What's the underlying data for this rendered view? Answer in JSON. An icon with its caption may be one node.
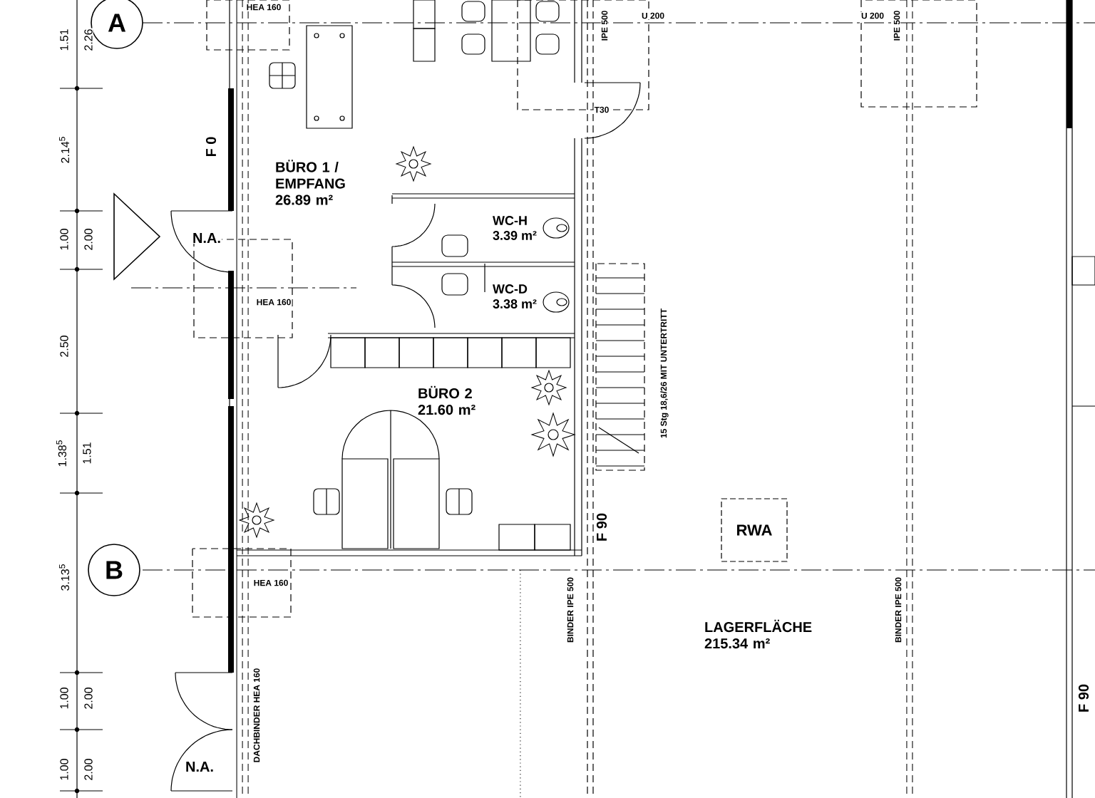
{
  "diagram": {
    "nodes": [
      {
        "text": [
          "A"
        ]
      },
      {
        "text": [
          "B"
        ]
      },
      {
        "text": [
          "BÜRO 1 / EMPFANG",
          "26.89 m²"
        ]
      },
      {
        "text": [
          "WC-H",
          "3.39 m²"
        ]
      },
      {
        "text": [
          "WC-D",
          "3.38 m²"
        ]
      },
      {
        "text": [
          "BÜRO 2",
          "21.60 m²"
        ]
      },
      {
        "text": [
          "RWA"
        ]
      },
      {
        "text": [
          "LAGERFLÄCHE",
          "215.34 m²"
        ]
      }
    ],
    "labels": [
      "HEA 160",
      "IPE 500",
      "U 200",
      "U 200",
      "IPE 500",
      "1.51",
      "2.26",
      "T30",
      "F 0",
      "2.14$^{5}$",
      "1.00",
      "2.00",
      "N.A.",
      "HEA 160",
      "2.50",
      "15 Stg 18,6/26 MIT UNTERTRITT",
      "1.38$^{5}$",
      "1.51",
      "F 90",
      "3.13$^{5}$",
      "HEA 160",
      "BINDER IPE 500",
      "BINDER IPE 500",
      "1.00",
      "2.00",
      "DACHBINDER HEA 160",
      "1.00",
      "2.00",
      "N.A.",
      "F 90"
    ]
  }
}
